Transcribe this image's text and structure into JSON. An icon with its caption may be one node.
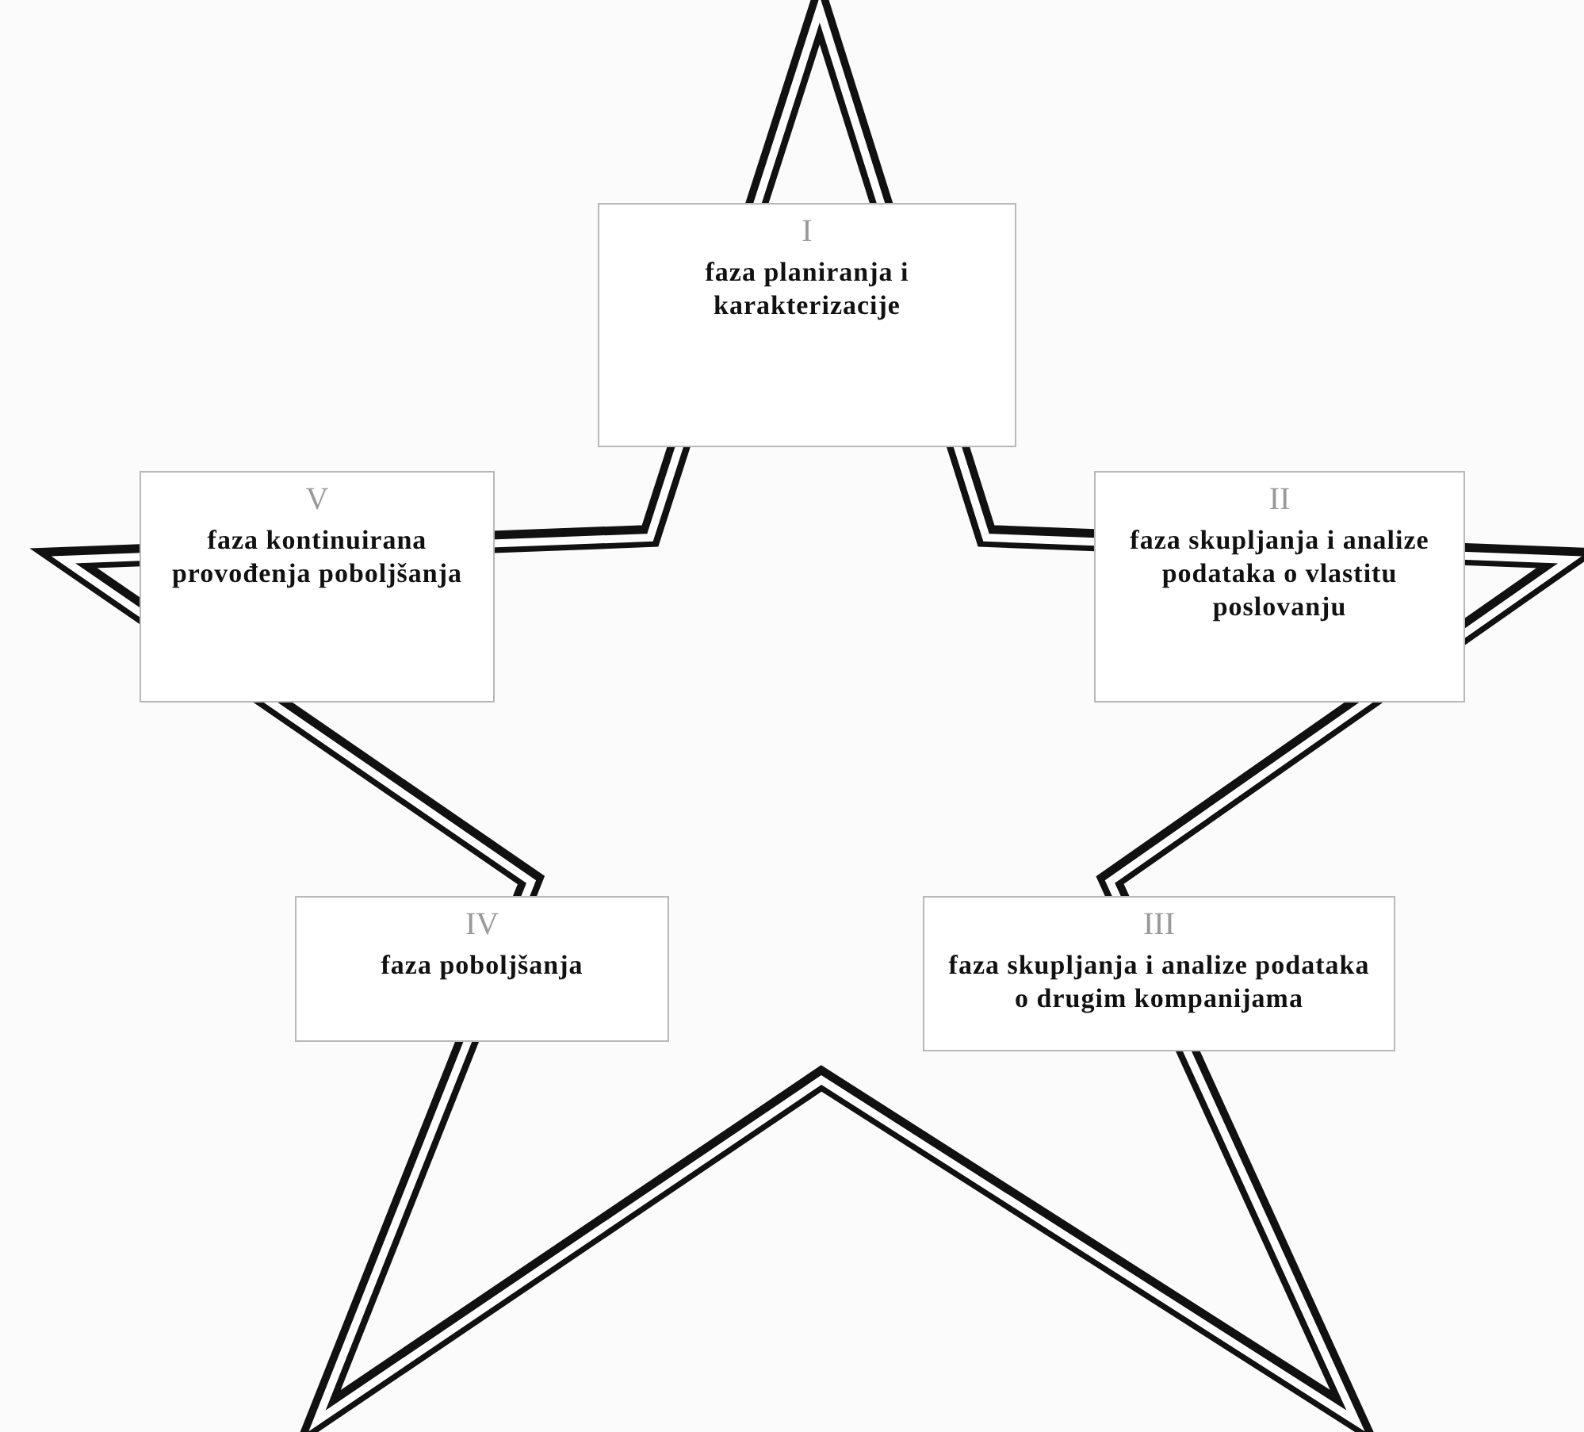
{
  "diagram": {
    "nodes": [
      {
        "text": [
          "I",
          "faza planiranja i karakterizacije"
        ]
      },
      {
        "text": [
          "V",
          "faza kontinuirana provođenja poboljšanja"
        ]
      },
      {
        "text": [
          "II",
          "faza skupljanja i analize podataka o vlastitu poslovanju"
        ]
      },
      {
        "text": [
          "IV",
          "faza poboljšanja"
        ]
      },
      {
        "text": [
          "III",
          "faza skupljanja i analize podataka o drugim kompanijama"
        ]
      }
    ]
  }
}
